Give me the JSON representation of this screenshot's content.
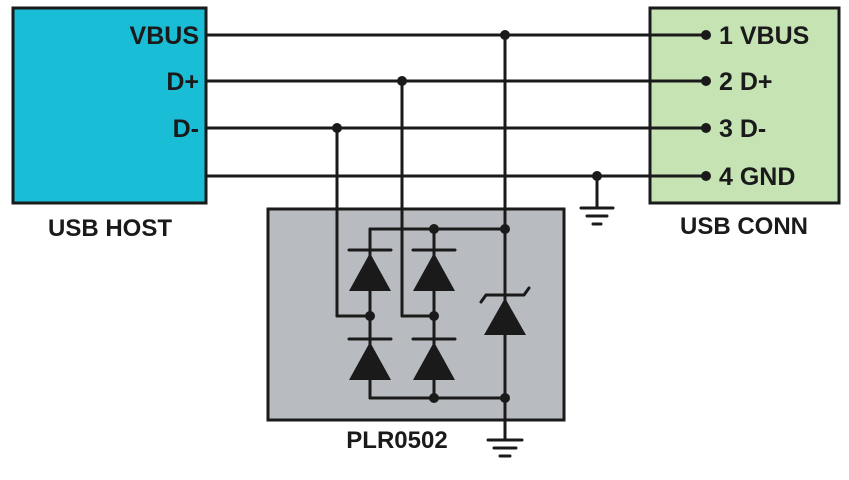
{
  "colors": {
    "host_fill": "#1abdd6",
    "conn_fill": "#c6e3b4",
    "chip_fill": "#b8bcc0",
    "line": "#1a1a1a"
  },
  "host": {
    "title": "USB HOST",
    "pins": [
      "VBUS",
      "D+",
      "D-"
    ]
  },
  "connector": {
    "title": "USB CONN",
    "pins": [
      "1 VBUS",
      "2 D+",
      "3 D-",
      "4 GND"
    ]
  },
  "chip": {
    "title": "PLR0502"
  },
  "icons": [
    "ground-icon",
    "diode-icon",
    "zener-diode-icon"
  ]
}
